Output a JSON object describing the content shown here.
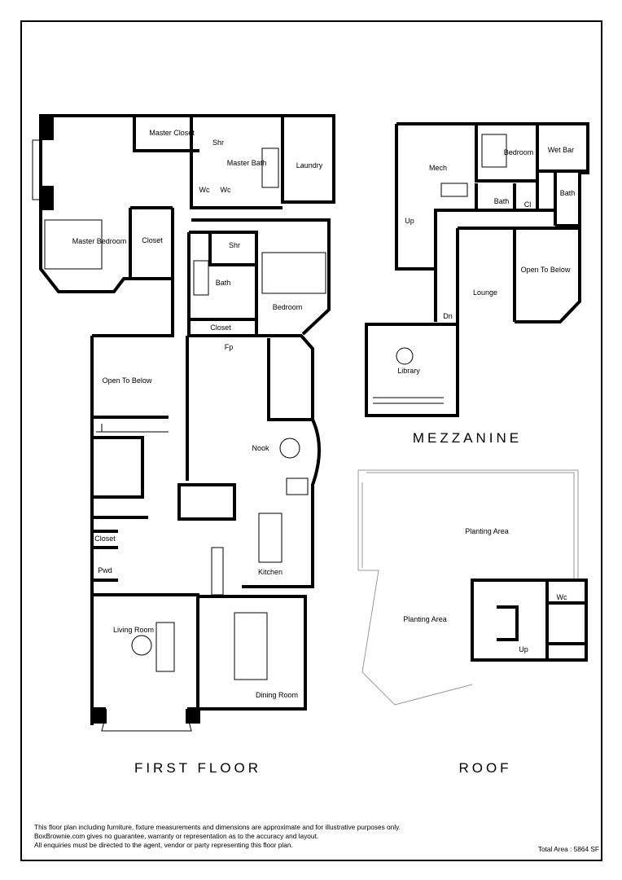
{
  "floors": {
    "first_floor": {
      "title": "FIRST FLOOR",
      "rooms": [
        "Master Closet",
        "Shr",
        "Master Bath",
        "Laundry",
        "Wc",
        "Wc",
        "Master Bedroom",
        "Closet",
        "Shr",
        "Bath",
        "Bedroom",
        "Closet",
        "Fp",
        "Open To Below",
        "Nook",
        "Closet",
        "Pwd",
        "Kitchen",
        "Living Room",
        "Dining Room"
      ]
    },
    "mezzanine": {
      "title": "MEZZANINE",
      "rooms": [
        "Mech",
        "Bedroom",
        "Wet Bar",
        "Bath",
        "Cl",
        "Bath",
        "Up",
        "Lounge",
        "Open To Below",
        "Dn",
        "Library"
      ]
    },
    "roof": {
      "title": "ROOF",
      "rooms": [
        "Planting Area",
        "Planting Area",
        "Wc",
        "Up"
      ]
    }
  },
  "disclaimer": [
    "This floor plan including furniture, fixture measurements and dimensions are approximate and for illustrative purposes only.",
    "BoxBrownie.com gives no guarantee, warranty or representation as to the accuracy and layout.",
    "All enquiries must be directed to the agent, vendor or party representing this floor plan."
  ],
  "total_area": "Total Area : 5864 SF"
}
